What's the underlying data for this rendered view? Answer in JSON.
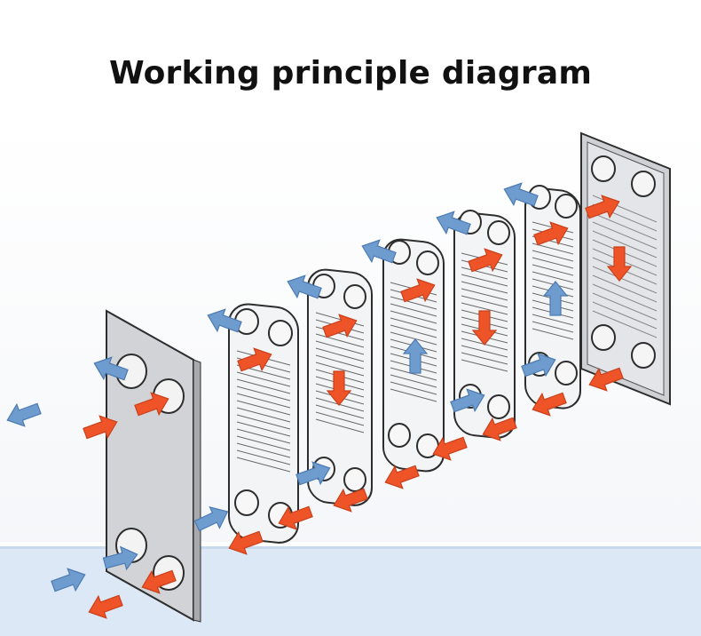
{
  "title": "Working principle diagram",
  "colors": {
    "hot_arrow": "#ef5429",
    "cold_arrow": "#6f9ccf",
    "floor_band": "#dce8f6",
    "plate_fill": "#f3f4f6",
    "frame_plate": "#d2d3d6",
    "plate_outline": "#2d2d2d"
  },
  "components": {
    "front_frame": "fixed-frame-plate",
    "rear_frame": "pressure-plate",
    "plate_count": 5
  }
}
